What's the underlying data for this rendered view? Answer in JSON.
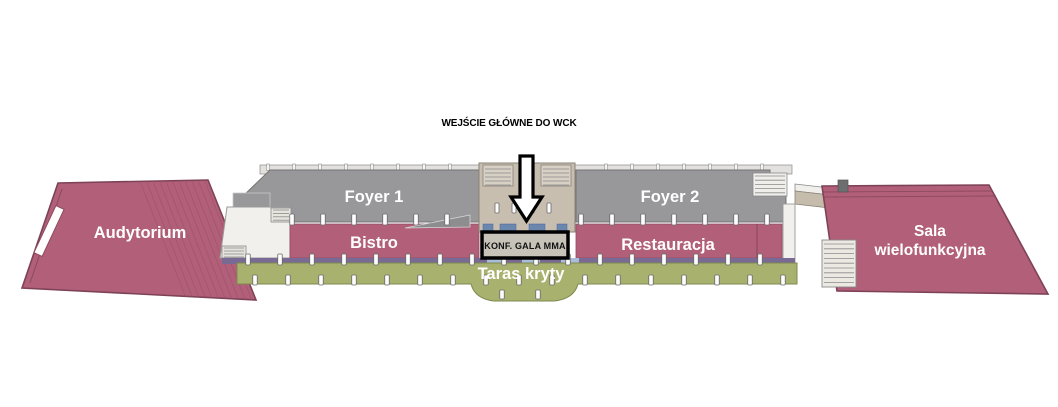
{
  "page": {
    "background": "#ffffff"
  },
  "annotation": {
    "main_entrance_label": "WEJŚCIE GŁÓWNE DO WCK",
    "event_box_label": "KONF. GALA MMA"
  },
  "areas": {
    "audytorium": {
      "label": "Audytorium",
      "color": "#b2607a"
    },
    "foyer1": {
      "label": "Foyer 1",
      "color": "#98979a"
    },
    "foyer2": {
      "label": "Foyer 2",
      "color": "#98979a"
    },
    "bistro": {
      "label": "Bistro",
      "color": "#b2607a"
    },
    "restauracja": {
      "label": "Restauracja",
      "color": "#b2607a"
    },
    "taras_kryty": {
      "label": "Taras kryty",
      "color": "#a8b16d"
    },
    "sala_wielofunkcyjna": {
      "label": "Sala wielofunkcyjna",
      "label_line1": "Sala",
      "label_line2": "wielofunkcyjna",
      "color": "#b2607a"
    }
  },
  "colors": {
    "label_text": "#ffffff",
    "annotation_text": "#000000",
    "stripe_purple": "#786a94",
    "entrance_tan": "#c7beb0",
    "walkway_tan": "#c6bcab",
    "door_blue": "#6b87ad",
    "glass_blue": "#a9bdd6",
    "event_box_fill": "#c7c3b9",
    "event_box_border": "#000000",
    "arrow_fill": "#ffffff",
    "arrow_outline": "#000000"
  }
}
